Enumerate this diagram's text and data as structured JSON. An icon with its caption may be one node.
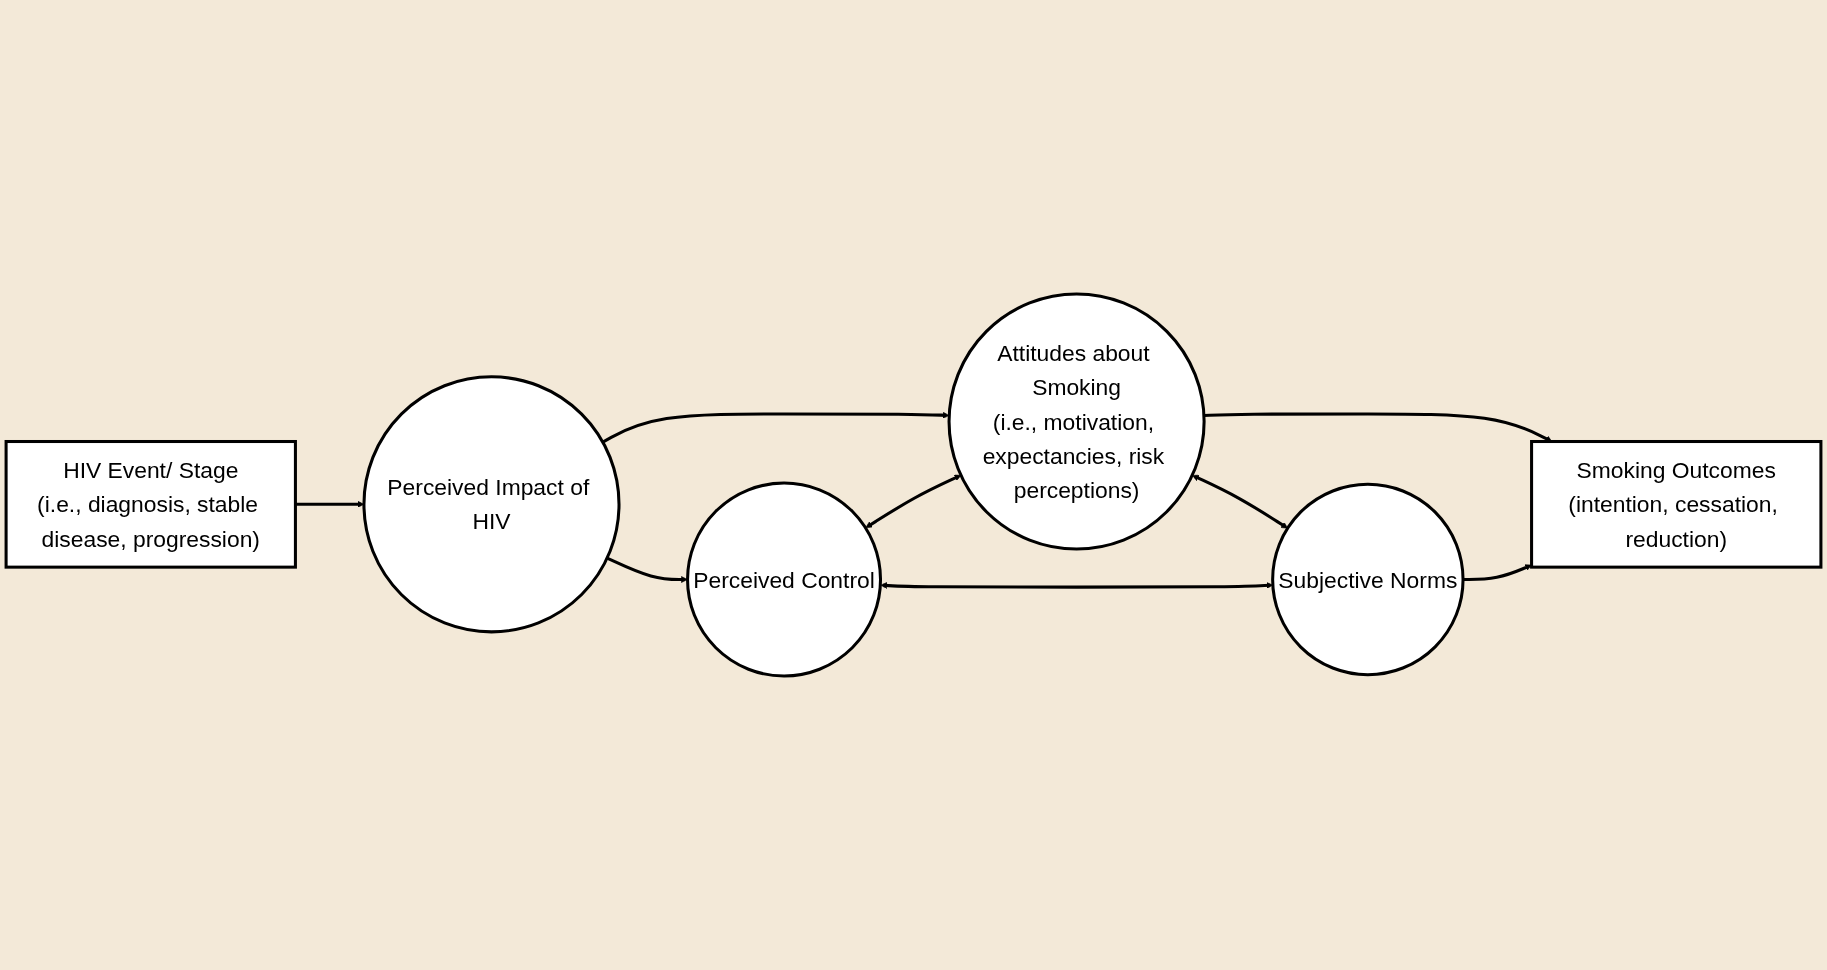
{
  "diagram": {
    "nodes": [
      {
        "text": [
          "HIV Event/ Stage",
          "(i.e., diagnosis, stable disease, progression)"
        ]
      },
      {
        "text": [
          "Perceived Impact of HIV"
        ]
      },
      {
        "text": [
          "Attitudes about Smoking",
          "(i.e., motivation, expectancies, risk perceptions)"
        ]
      },
      {
        "text": [
          "Smoking Outcomes",
          "(intention, cessation, reduction)"
        ]
      },
      {
        "text": [
          "Perceived Control"
        ]
      },
      {
        "text": [
          "Subjective Norms"
        ]
      }
    ],
    "edges": [
      {
        "from": 0,
        "to": 1,
        "arrow": "to"
      },
      {
        "from": 1,
        "to": 2,
        "arrow": "to"
      },
      {
        "from": 2,
        "to": 3,
        "arrow": "to"
      },
      {
        "from": 1,
        "to": 4,
        "arrow": "to"
      },
      {
        "from": 4,
        "to": 2,
        "arrow": "both"
      },
      {
        "from": 2,
        "to": 5,
        "arrow": "both"
      },
      {
        "from": 5,
        "to": 3,
        "arrow": "to"
      },
      {
        "from": 4,
        "to": 5,
        "arrow": "both"
      }
    ]
  }
}
